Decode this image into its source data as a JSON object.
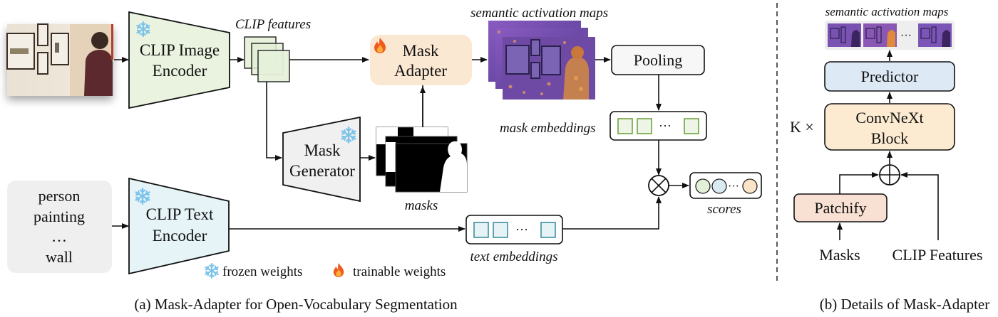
{
  "part_a": {
    "caption": "(a) Mask-Adapter for Open-Vocabulary Segmentation",
    "input_image": {
      "description": "photo of a person looking at framed paintings on a wall"
    },
    "clip_image_encoder": {
      "line1": "CLIP Image",
      "line2": "Encoder",
      "icon": "snowflake-icon",
      "state": "frozen"
    },
    "clip_features_label": "CLIP features",
    "mask_adapter": {
      "line1": "Mask",
      "line2": "Adapter",
      "icon": "fire-icon",
      "state": "trainable"
    },
    "semantic_maps_label": "semantic activation maps",
    "pooling_label": "Pooling",
    "mask_generator": {
      "line1": "Mask",
      "line2": "Generator",
      "icon": "snowflake-icon",
      "state": "frozen"
    },
    "masks_label": "masks",
    "mask_embeddings": {
      "label": "mask embeddings",
      "ellipsis": "···",
      "color": "#6fa33f",
      "fill": "#eef5e6"
    },
    "text_input": {
      "lines": [
        "person",
        "painting",
        "…",
        "wall"
      ]
    },
    "clip_text_encoder": {
      "line1": "CLIP Text",
      "line2": "Encoder",
      "icon": "snowflake-icon",
      "state": "frozen"
    },
    "text_embeddings": {
      "label": "text embeddings",
      "ellipsis": "···",
      "color": "#3f8fa0",
      "fill": "#e6f3f6"
    },
    "multiply_symbol": "⊗",
    "scores": {
      "label": "scores",
      "ellipsis": "···",
      "colors": [
        "#e3efd6",
        "#d8ebf3",
        "#fbe3c8"
      ]
    },
    "legend": {
      "frozen": "frozen weights",
      "trainable": "trainable weights"
    }
  },
  "part_b": {
    "caption": "(b) Details of  Mask-Adapter",
    "semantic_maps_label": "semantic activation maps",
    "ellipsis": "···",
    "predictor_label": "Predictor",
    "repeat_label": "K ×",
    "convnext": {
      "line1": "ConvNeXt",
      "line2": "Block"
    },
    "add_symbol": "⊕",
    "patchify_label": "Patchify",
    "masks_input": "Masks",
    "clip_features_input": "CLIP Features"
  },
  "colors": {
    "image_encoder_fill": "#eaf3e0",
    "text_encoder_fill": "#e6f4f8",
    "mask_generator_fill": "#f0f0f0",
    "mask_adapter_fill": "#fbe8d2",
    "pooling_fill": "#f7f7f7",
    "text_box_fill": "#efefef",
    "predictor_fill": "#dde9f5",
    "convnext_fill": "#fcebd0",
    "patchify_fill": "#f8e0d2",
    "snowflake": "#7cc3ea",
    "fire": "#f0641e",
    "heatmap_purple": "#7a4fb0",
    "heatmap_orange": "#f0a040"
  }
}
